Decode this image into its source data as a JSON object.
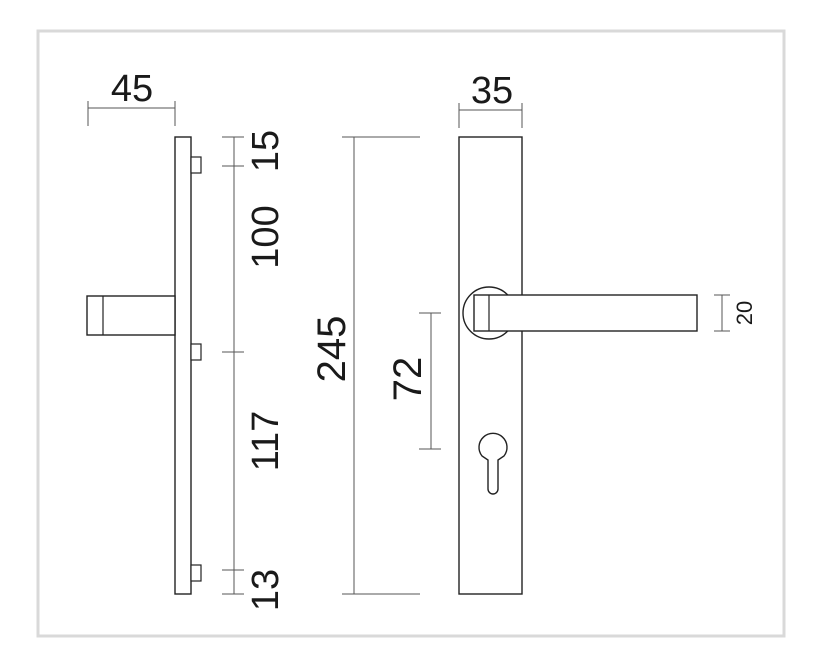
{
  "dimensions": {
    "side_depth": "45",
    "front_width": "35",
    "top_offset": "15",
    "upper_spacing": "100",
    "lower_spacing": "117",
    "bottom_offset": "13",
    "total_height": "245",
    "handle_to_cylinder": "72",
    "lever_thickness": "20"
  },
  "colors": {
    "frame": "#d9d9d9",
    "outline": "#222222",
    "dimension_line": "#555555",
    "text": "#1a1a1a"
  }
}
